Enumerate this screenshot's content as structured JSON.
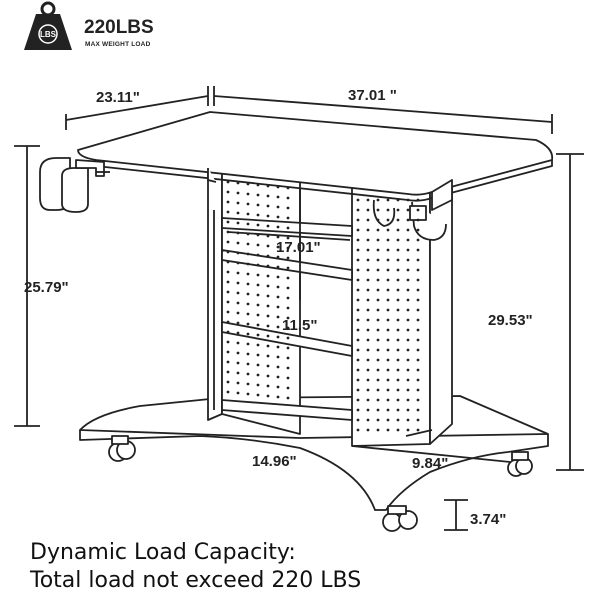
{
  "badge": {
    "icon_text": "LBS",
    "weight": "220LBS",
    "caption": "MAX WEIGHT LOAD",
    "icon": "weight-icon"
  },
  "dimensions": {
    "depth": "23.11\"",
    "width": "37.01 \"",
    "left_height": "25.79\"",
    "right_height": "29.53\"",
    "shelf_width": "17.01\"",
    "shelf_gap": "11.5\"",
    "base_depth": "14.96\"",
    "base_right": "9.84\"",
    "clearance": "3.74\""
  },
  "caption": {
    "line1": "Dynamic Load Capacity:",
    "line2": "Total load not exceed 220 LBS"
  }
}
